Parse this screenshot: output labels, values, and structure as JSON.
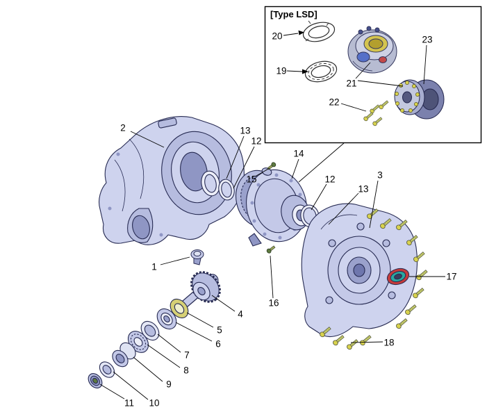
{
  "figure": {
    "inset": {
      "label": "[Type LSD]"
    },
    "callouts": [
      {
        "label": "2"
      },
      {
        "label": "13"
      },
      {
        "label": "12"
      },
      {
        "label": "15"
      },
      {
        "label": "14"
      },
      {
        "label": "12"
      },
      {
        "label": "13"
      },
      {
        "label": "3"
      },
      {
        "label": "1"
      },
      {
        "label": "4"
      },
      {
        "label": "5"
      },
      {
        "label": "6"
      },
      {
        "label": "7"
      },
      {
        "label": "8"
      },
      {
        "label": "9"
      },
      {
        "label": "10"
      },
      {
        "label": "11"
      },
      {
        "label": "16"
      },
      {
        "label": "17"
      },
      {
        "label": "18"
      },
      {
        "label": "19"
      },
      {
        "label": "20"
      },
      {
        "label": "21"
      },
      {
        "label": "22"
      },
      {
        "label": "23"
      }
    ],
    "colors": {
      "outline": "#262a52",
      "part_fill": "#ced3ee",
      "part_mid": "#b6bcdf",
      "part_deep": "#8f96c4",
      "bolt": "#d8d24e",
      "screw_green": "#5d7a3f",
      "seal_outer": "#c43b3b",
      "seal_inner": "#2aa8a0",
      "lsd_gear": "#d4c44e",
      "lsd_blue": "#5570c8",
      "lsd_red": "#c24848"
    }
  }
}
